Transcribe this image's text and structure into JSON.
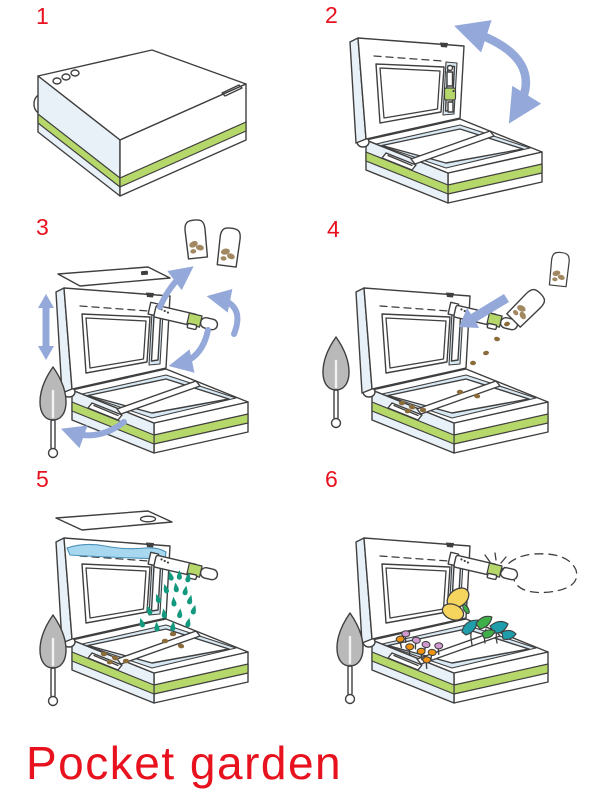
{
  "title": "Pocket garden",
  "steps": [
    {
      "number": "1",
      "illustration": "closed-pocket-garden-box"
    },
    {
      "number": "2",
      "illustration": "box-opened-with-rotation-arrow"
    },
    {
      "number": "3",
      "illustration": "remove-cover-pen-trowel-and-seed-packets"
    },
    {
      "number": "4",
      "illustration": "pour-seeds-into-tray"
    },
    {
      "number": "5",
      "illustration": "water-seeds-with-pen-sprayer"
    },
    {
      "number": "6",
      "illustration": "sprouts-plants-and-butterfly"
    }
  ],
  "colors": {
    "accent_red": "#e8111e",
    "stripe_green": "#b6d76a",
    "face_light_blue": "#e9f1f8",
    "inner_blue": "#d9e9f4",
    "arrow_blue": "#94a9d9",
    "water_blue": "#a8d8f0",
    "drop_teal": "#13997e",
    "seed_brown": "#8a6b3a",
    "butterfly_yellow": "#f6d55f",
    "plant_teal": "#1f9daa",
    "plant_green": "#3faf49",
    "sprout_orange": "#f0920e",
    "sprout_pink": "#d09ad0",
    "trowel_gray": "#b9b9b9",
    "outline": "#3f3f3f"
  }
}
